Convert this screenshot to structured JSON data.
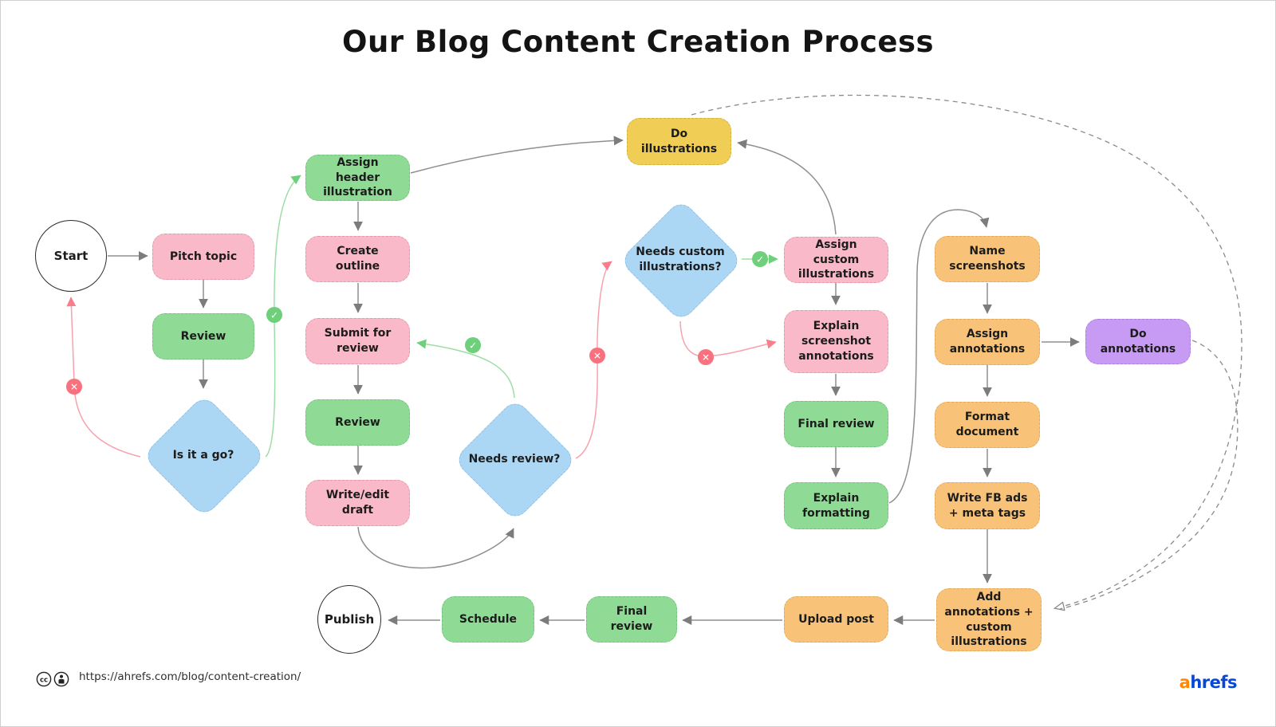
{
  "title": "Our Blog Content Creation Process",
  "icons": {
    "check": "✓",
    "cross": "✕",
    "cc": "cc"
  },
  "palette": {
    "pink": "#FAB9C9",
    "green": "#8FDB96",
    "blue": "#ABD7F4",
    "yellow": "#F0CE55",
    "orange": "#F8C379",
    "purple": "#C79AF3",
    "connector_gray": "#8f8f8f",
    "connector_green": "#9ddda6",
    "connector_red": "#f795a2",
    "badge_green": "#6fd07c",
    "badge_red": "#f9707e",
    "logo_orange": "#FF8800",
    "logo_blue": "#0548D8"
  },
  "nodes": {
    "start": {
      "label": "Start",
      "type": "terminator"
    },
    "pitch_topic": {
      "label": "Pitch topic",
      "type": "process",
      "color": "pink"
    },
    "review_1": {
      "label": "Review",
      "type": "process",
      "color": "green"
    },
    "is_it_a_go": {
      "label": "Is it a go?",
      "type": "decision",
      "color": "blue"
    },
    "assign_header_illustration": {
      "label": "Assign header illustration",
      "type": "process",
      "color": "green"
    },
    "create_outline": {
      "label": "Create outline",
      "type": "process",
      "color": "pink"
    },
    "submit_for_review": {
      "label": "Submit for review",
      "type": "process",
      "color": "pink"
    },
    "review_2": {
      "label": "Review",
      "type": "process",
      "color": "green"
    },
    "write_edit_draft": {
      "label": "Write/edit draft",
      "type": "process",
      "color": "pink"
    },
    "needs_review": {
      "label": "Needs review?",
      "type": "decision",
      "color": "blue"
    },
    "do_illustrations": {
      "label": "Do illustrations",
      "type": "process",
      "color": "yellow"
    },
    "needs_custom_illustrations": {
      "label": "Needs custom illustrations?",
      "type": "decision",
      "color": "blue"
    },
    "assign_custom_illustrations": {
      "label": "Assign custom illustrations",
      "type": "process",
      "color": "pink"
    },
    "explain_screenshot_annotations": {
      "label": "Explain screenshot annotations",
      "type": "process",
      "color": "pink"
    },
    "final_review_1": {
      "label": "Final review",
      "type": "process",
      "color": "green"
    },
    "explain_formatting": {
      "label": "Explain formatting",
      "type": "process",
      "color": "green"
    },
    "name_screenshots": {
      "label": "Name screenshots",
      "type": "process",
      "color": "orange"
    },
    "assign_annotations": {
      "label": "Assign annotations",
      "type": "process",
      "color": "orange"
    },
    "format_document": {
      "label": "Format document",
      "type": "process",
      "color": "orange"
    },
    "write_fb_ads": {
      "label": "Write FB ads + meta tags",
      "type": "process",
      "color": "orange"
    },
    "do_annotations": {
      "label": "Do annotations",
      "type": "process",
      "color": "purple"
    },
    "add_annotations": {
      "label": "Add annotations + custom illustrations",
      "type": "process",
      "color": "orange"
    },
    "upload_post": {
      "label": "Upload post",
      "type": "process",
      "color": "orange"
    },
    "final_review_2": {
      "label": "Final review",
      "type": "process",
      "color": "green"
    },
    "schedule": {
      "label": "Schedule",
      "type": "process",
      "color": "green"
    },
    "publish": {
      "label": "Publish",
      "type": "terminator"
    }
  },
  "edges": [
    {
      "from": "start",
      "to": "pitch_topic",
      "kind": "flow"
    },
    {
      "from": "pitch_topic",
      "to": "review_1",
      "kind": "flow"
    },
    {
      "from": "review_1",
      "to": "is_it_a_go",
      "kind": "flow"
    },
    {
      "from": "is_it_a_go",
      "to": "assign_header_illustration",
      "kind": "yes"
    },
    {
      "from": "is_it_a_go",
      "to": "start",
      "kind": "no"
    },
    {
      "from": "assign_header_illustration",
      "to": "create_outline",
      "kind": "flow"
    },
    {
      "from": "assign_header_illustration",
      "to": "do_illustrations",
      "kind": "flow"
    },
    {
      "from": "create_outline",
      "to": "submit_for_review",
      "kind": "flow"
    },
    {
      "from": "submit_for_review",
      "to": "review_2",
      "kind": "flow"
    },
    {
      "from": "review_2",
      "to": "write_edit_draft",
      "kind": "flow"
    },
    {
      "from": "write_edit_draft",
      "to": "needs_review",
      "kind": "flow"
    },
    {
      "from": "needs_review",
      "to": "submit_for_review",
      "kind": "yes"
    },
    {
      "from": "needs_review",
      "to": "needs_custom_illustrations",
      "kind": "no"
    },
    {
      "from": "needs_custom_illustrations",
      "to": "assign_custom_illustrations",
      "kind": "yes"
    },
    {
      "from": "needs_custom_illustrations",
      "to": "explain_screenshot_annotations",
      "kind": "no"
    },
    {
      "from": "assign_custom_illustrations",
      "to": "do_illustrations",
      "kind": "flow"
    },
    {
      "from": "assign_custom_illustrations",
      "to": "explain_screenshot_annotations",
      "kind": "flow"
    },
    {
      "from": "explain_screenshot_annotations",
      "to": "final_review_1",
      "kind": "flow"
    },
    {
      "from": "final_review_1",
      "to": "explain_formatting",
      "kind": "flow"
    },
    {
      "from": "explain_formatting",
      "to": "name_screenshots",
      "kind": "flow"
    },
    {
      "from": "name_screenshots",
      "to": "assign_annotations",
      "kind": "flow"
    },
    {
      "from": "assign_annotations",
      "to": "do_annotations",
      "kind": "flow"
    },
    {
      "from": "assign_annotations",
      "to": "format_document",
      "kind": "flow"
    },
    {
      "from": "format_document",
      "to": "write_fb_ads",
      "kind": "flow"
    },
    {
      "from": "write_fb_ads",
      "to": "add_annotations",
      "kind": "flow"
    },
    {
      "from": "do_illustrations",
      "to": "add_annotations",
      "kind": "async-dashed"
    },
    {
      "from": "do_annotations",
      "to": "add_annotations",
      "kind": "async-dashed"
    },
    {
      "from": "add_annotations",
      "to": "upload_post",
      "kind": "flow"
    },
    {
      "from": "upload_post",
      "to": "final_review_2",
      "kind": "flow"
    },
    {
      "from": "final_review_2",
      "to": "schedule",
      "kind": "flow"
    },
    {
      "from": "schedule",
      "to": "publish",
      "kind": "flow"
    }
  ],
  "footer": {
    "url": "https://ahrefs.com/blog/content-creation/"
  },
  "logo": {
    "prefix": "a",
    "suffix": "hrefs"
  }
}
